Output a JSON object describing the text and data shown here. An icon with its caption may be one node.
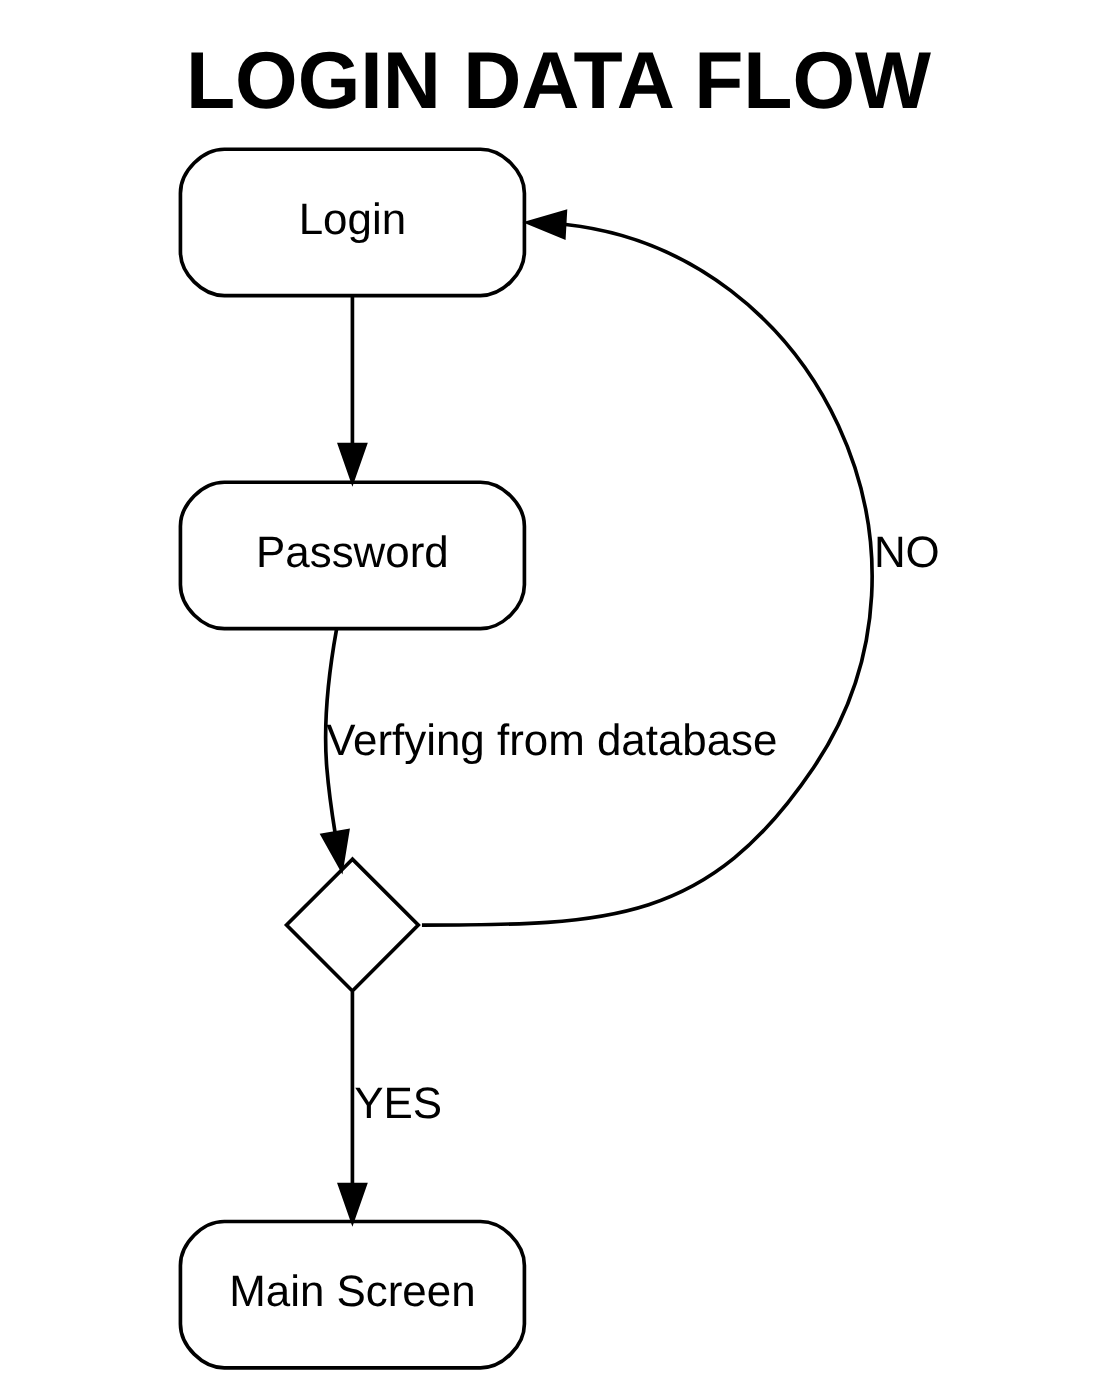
{
  "diagram": {
    "title": "LOGIN DATA FLOW",
    "nodes": [
      {
        "text": [
          "Login"
        ]
      },
      {
        "text": [
          "Password"
        ]
      },
      {
        "text": [],
        "shape": "diamond"
      },
      {
        "text": [
          "Main Screen"
        ]
      }
    ],
    "edges": [
      {
        "from": 0,
        "to": 1,
        "arrow": "to"
      },
      {
        "from": 1,
        "to": 2,
        "arrow": "to",
        "label": "Verfying from database"
      },
      {
        "from": 2,
        "to": 0,
        "arrow": "to",
        "label": "NO"
      },
      {
        "from": 2,
        "to": 3,
        "arrow": "to",
        "label": "YES"
      }
    ]
  }
}
